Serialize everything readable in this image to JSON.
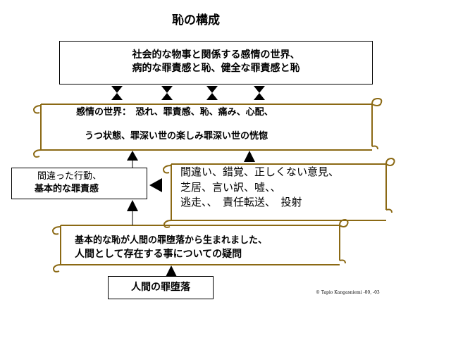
{
  "title": "恥の構成",
  "top_box": {
    "line1": "社会的な物事と関係する感情の世界、",
    "line2": "病的な罪責感と恥、健全な罪責感と恥"
  },
  "feelings_scroll": {
    "line1": "感情の世界：　恐れ、罪責感、恥、痛み、心配、",
    "line2": "うつ状態、罪深い世の楽しみ罪深い世の恍惚"
  },
  "left_box": {
    "line1": "間違った行動、",
    "line2": "基本的な罪責感"
  },
  "misbelief_scroll": {
    "line1": "間違い、錯覚、正しくない意見、",
    "line2": "芝居、言い訳、嘘、、",
    "line3": "逃走、、　責任転送、　投射"
  },
  "basic_scroll": {
    "line1": "基本的な恥が人間の罪堕落から生まれました、",
    "line2": "人間として存在する事についての疑問"
  },
  "bottom_box": {
    "label": "人間の罪堕落"
  },
  "copyright": "© Tapio Kangasniemi -00, -03",
  "colors": {
    "scroll_border": "#8B6914",
    "arrow": "#000000"
  }
}
